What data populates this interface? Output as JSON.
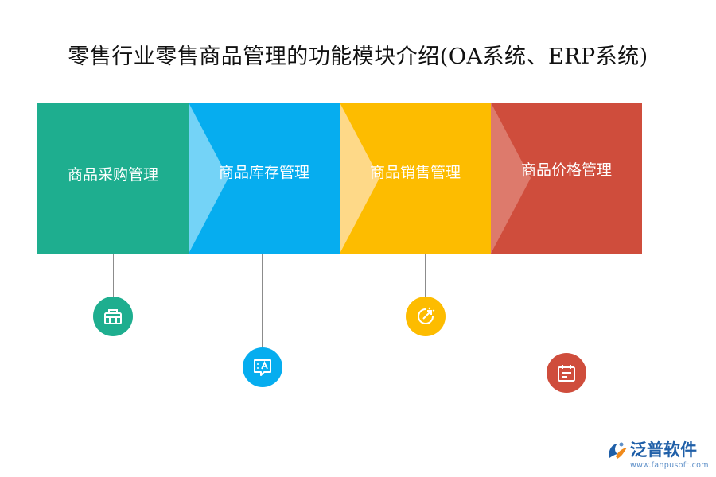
{
  "title": "零售行业零售商品管理的功能模块介绍(OA系统、ERP系统)",
  "modules": [
    {
      "label": "商品采购管理",
      "color": "#1eae8f",
      "icon": "basket-icon"
    },
    {
      "label": "商品库存管理",
      "color": "#06adef",
      "icon": "chat-text-icon"
    },
    {
      "label": "商品销售管理",
      "color": "#fdbc00",
      "icon": "timer-arrow-icon"
    },
    {
      "label": "商品价格管理",
      "color": "#cf4d3c",
      "icon": "calendar-icon"
    }
  ],
  "logo": {
    "brand": "泛普软件",
    "url": "www.fanpusoft.com"
  }
}
